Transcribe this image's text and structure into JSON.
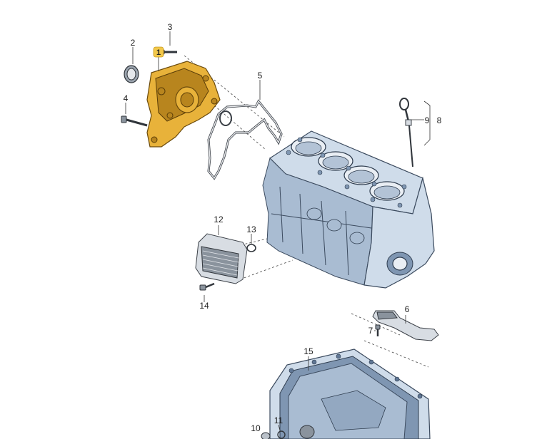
{
  "diagram": {
    "callouts": [
      {
        "id": "1",
        "text": "1",
        "highlight": true
      },
      {
        "id": "2",
        "text": "2"
      },
      {
        "id": "3",
        "text": "3"
      },
      {
        "id": "4",
        "text": "4"
      },
      {
        "id": "5",
        "text": "5"
      },
      {
        "id": "6",
        "text": "6"
      },
      {
        "id": "7",
        "text": "7"
      },
      {
        "id": "8",
        "text": "8"
      },
      {
        "id": "9",
        "text": "9"
      },
      {
        "id": "10",
        "text": "10"
      },
      {
        "id": "11",
        "text": "11"
      },
      {
        "id": "12",
        "text": "12"
      },
      {
        "id": "13",
        "text": "13"
      },
      {
        "id": "14",
        "text": "14"
      },
      {
        "id": "15",
        "text": "15"
      }
    ],
    "colors": {
      "highlight_part": "#e8b23a",
      "callout_highlight_bg": "#f2c84b",
      "engine_block": "#cfdcea",
      "background": "#ffffff"
    }
  }
}
